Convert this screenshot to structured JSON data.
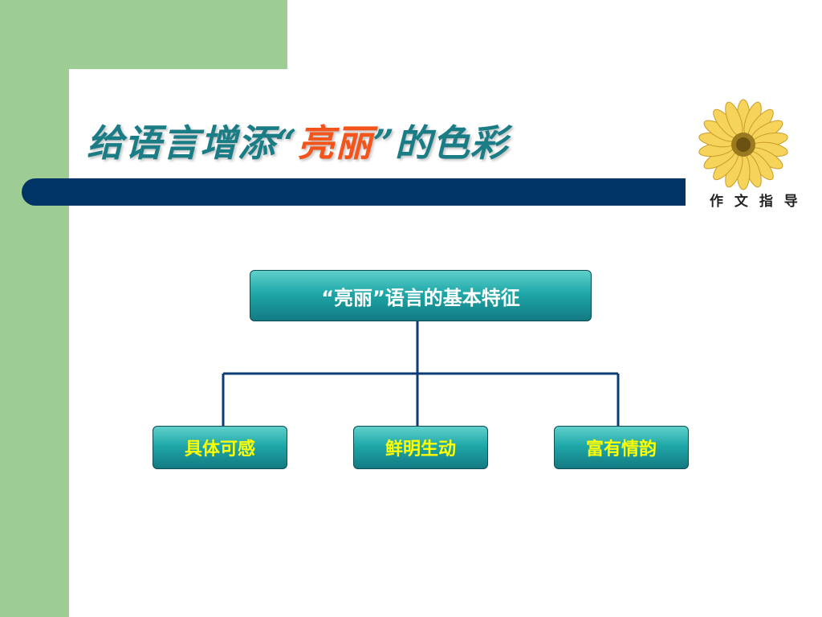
{
  "title": {
    "prefix": "给语言增添“",
    "accent": "亮丽",
    "suffix": "”的色彩",
    "accent_color": "#f2541b",
    "color": "#1a7d86"
  },
  "logo": {
    "caption": "作 文 指 导",
    "icon": "sunflower-icon"
  },
  "diagram": {
    "root": "“亮丽”语言的基本特征",
    "children": [
      "具体可感",
      "鲜明生动",
      "富有情韵"
    ]
  },
  "colors": {
    "sidebar": "#9dcd95",
    "title_bar": "#003366",
    "box_fill": "#1fa8a8",
    "child_text": "#ffff00",
    "connector": "#0b3c78"
  }
}
